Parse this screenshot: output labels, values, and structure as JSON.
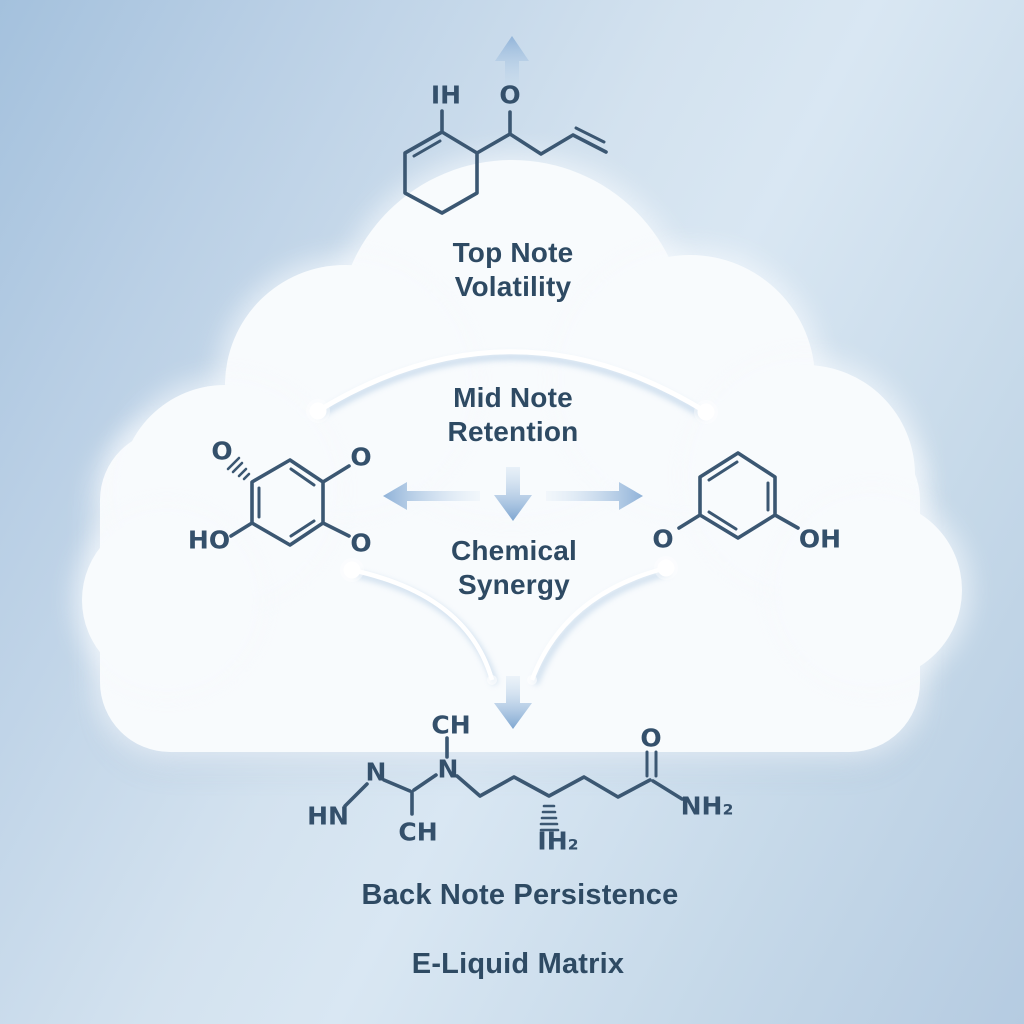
{
  "labels": {
    "top_note_1": "Top Note",
    "top_note_2": "Volatility",
    "mid_note_1": "Mid Note",
    "mid_note_2": "Retention",
    "synergy_1": "Chemical",
    "synergy_2": "Synergy",
    "back_note": "Back Note Persistence",
    "matrix": "E-Liquid Matrix"
  },
  "molecules": {
    "top": {
      "ih": "IH",
      "o": "O"
    },
    "left": {
      "o_top_left": "O",
      "o_top_right": "O",
      "ho": "HO",
      "o_bottom_right": "O"
    },
    "right": {
      "o": "O",
      "oh": "OH"
    },
    "bottom": {
      "ch_top": "CH",
      "n_left": "N",
      "n_center": "N",
      "hn": "HN",
      "ch_bottom": "CH",
      "ih2": "IH₂",
      "o": "O",
      "nh2": "NH₂"
    }
  },
  "icons": {
    "up_arrow": "volatility-up-arrow",
    "left_arrow": "synergy-left-arrow",
    "right_arrow": "synergy-right-arrow",
    "down_arrow": "synergy-down-arrow",
    "bottom_down_arrow": "persistence-down-arrow",
    "connector_nodes": "white-node-circle"
  },
  "colors": {
    "sky_deep": "#a4c1dd",
    "sky_light": "#d9e7f3",
    "cloud": "#f8fbfd",
    "bond": "#3b5772",
    "text": "#2e4a63",
    "arrow_strong": "#8fb2d8",
    "arrow_light": "#d4e3f2",
    "arc_shadow": "#b4cce4"
  }
}
